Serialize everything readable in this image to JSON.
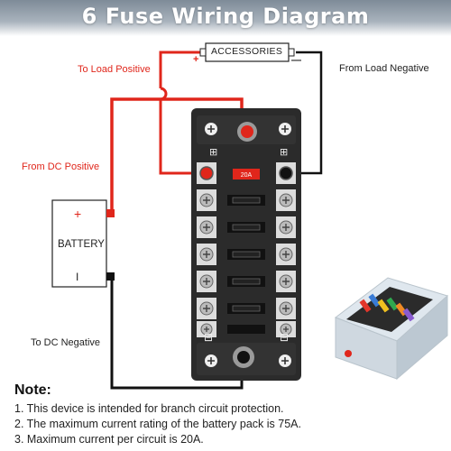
{
  "title": "6 Fuse Wiring Diagram",
  "labels": {
    "accessories": "ACCESSORIES",
    "to_load_positive": "To Load Positive",
    "from_load_negative": "From Load Negative",
    "from_dc_positive": "From DC Positive",
    "to_dc_negative": "To DC Negative",
    "battery": "BATTERY",
    "battery_plus": "+",
    "battery_minus": "I",
    "acc_plus": "+",
    "acc_minus": "—",
    "fuse_rating": "20A"
  },
  "notes": {
    "heading": "Note:",
    "items": [
      "1. This device is intended for branch circuit protection.",
      "2. The maximum current rating of the battery pack is 75A.",
      "3. Maximum current per circuit is 20A."
    ]
  },
  "colors": {
    "positive_wire": "#e0261b",
    "negative_wire": "#111111",
    "fuse_block": "#2b2b2b"
  }
}
